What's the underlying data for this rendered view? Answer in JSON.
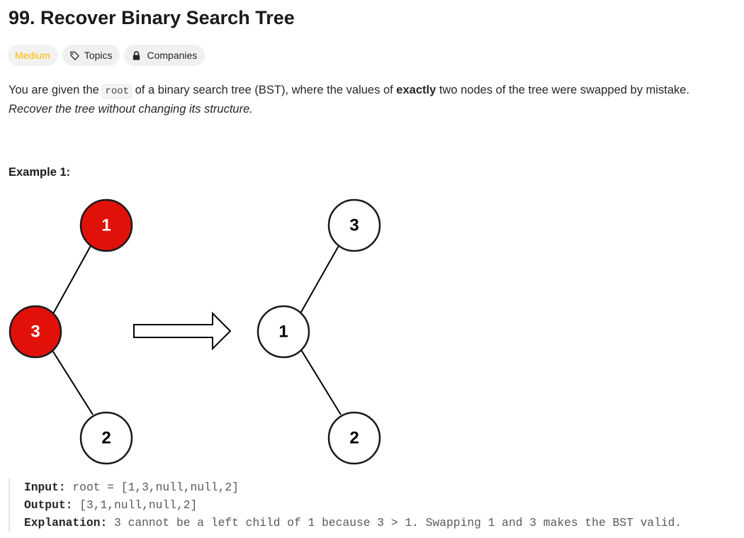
{
  "problem": {
    "title": "99. Recover Binary Search Tree",
    "difficulty": "Medium",
    "tags": {
      "topics": "Topics",
      "companies": "Companies"
    },
    "description": {
      "part1": "You are given the ",
      "code": "root",
      "part2": " of a binary search tree (BST), where the values of ",
      "bold": "exactly",
      "part3": " two nodes of the tree were swapped by mistake.",
      "line2": "Recover the tree without changing its structure."
    },
    "colors": {
      "difficulty": "#ffb800",
      "swapped_node": "#e1110a"
    }
  },
  "example1": {
    "title": "Example 1:",
    "diagram": {
      "before": {
        "root": "1",
        "left": "3",
        "left_right": "2"
      },
      "after": {
        "root": "3",
        "left": "1",
        "left_right": "2"
      },
      "arrow-icon": "arrow-right"
    },
    "input_label": "Input:",
    "input_value": "root = [1,3,null,null,2]",
    "output_label": "Output:",
    "output_value": "[3,1,null,null,2]",
    "explanation_label": "Explanation:",
    "explanation_value": "3 cannot be a left child of 1 because 3 > 1. Swapping 1 and 3 makes the BST valid."
  }
}
